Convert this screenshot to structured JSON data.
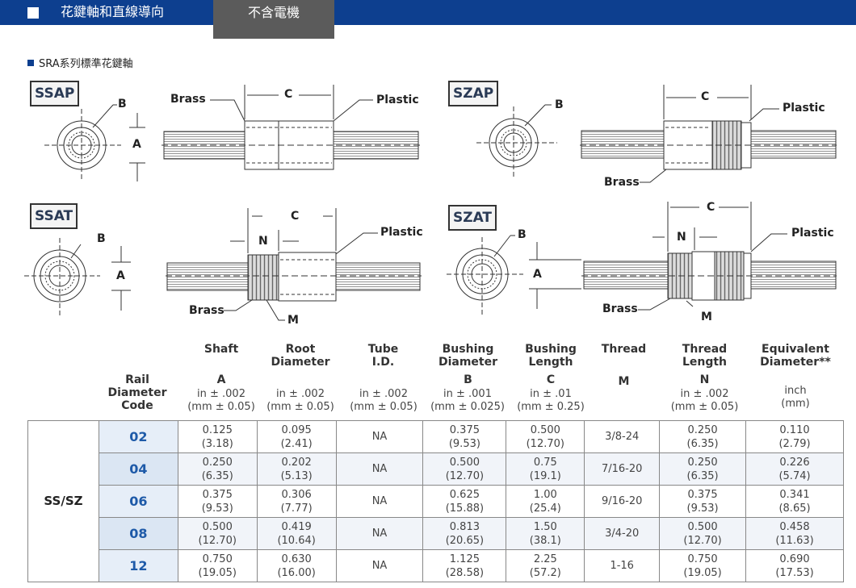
{
  "header": {
    "title": "花鍵軸和直線導向",
    "tab": "不含電機"
  },
  "section": {
    "subtitle": "SRA系列標準花鍵軸"
  },
  "diagrams": {
    "ssap": {
      "badge": "SSAP",
      "b": "B",
      "a": "A",
      "c": "C",
      "brass": "Brass",
      "plastic": "Plastic"
    },
    "szap": {
      "badge": "SZAP",
      "b": "B",
      "c": "C",
      "brass": "Brass",
      "plastic": "Plastic"
    },
    "ssat": {
      "badge": "SSAT",
      "b": "B",
      "a": "A",
      "c": "C",
      "n": "N",
      "m": "M",
      "brass": "Brass",
      "plastic": "Plastic"
    },
    "szat": {
      "badge": "SZAT",
      "b": "B",
      "a": "A",
      "c": "C",
      "n": "N",
      "m": "M",
      "brass": "Brass",
      "plastic": "Plastic"
    }
  },
  "columns": {
    "rail": {
      "line1": "Rail",
      "line2": "Diameter",
      "line3": "Code"
    },
    "shaft": {
      "name": "Shaft",
      "sym": "A",
      "unit1": "in ± .002",
      "unit2": "(mm ± 0.05)"
    },
    "root": {
      "name1": "Root",
      "name2": "Diameter",
      "unit1": "in ± .002",
      "unit2": "(mm ± 0.05)"
    },
    "tube": {
      "name1": "Tube",
      "name2": "I.D.",
      "unit1": "in ± .002",
      "unit2": "(mm ± 0.05)"
    },
    "bushd": {
      "name1": "Bushing",
      "name2": "Diameter",
      "sym": "B",
      "unit1": "in ± .001",
      "unit2": "(mm ± 0.025)"
    },
    "bushl": {
      "name1": "Bushing",
      "name2": "Length",
      "sym": "C",
      "unit1": "in ± .01",
      "unit2": "(mm ± 0.25)"
    },
    "thread": {
      "name": "Thread",
      "sym": "M"
    },
    "threadl": {
      "name1": "Thread",
      "name2": "Length",
      "sym": "N",
      "unit1": "in ± .002",
      "unit2": "(mm ± 0.05)"
    },
    "equiv": {
      "name1": "Equivalent",
      "name2": "Diameter**",
      "unit1": "inch",
      "unit2": "(mm)"
    }
  },
  "table": {
    "group": "SS/SZ",
    "rows": [
      {
        "code": "02",
        "shaft": [
          "0.125",
          "(3.18)"
        ],
        "root": [
          "0.095",
          "(2.41)"
        ],
        "tube": "NA",
        "bushd": [
          "0.375",
          "(9.53)"
        ],
        "bushl": [
          "0.500",
          "(12.70)"
        ],
        "thread": "3/8-24",
        "threadl": [
          "0.250",
          "(6.35)"
        ],
        "equiv": [
          "0.110",
          "(2.79)"
        ]
      },
      {
        "code": "04",
        "shaft": [
          "0.250",
          "(6.35)"
        ],
        "root": [
          "0.202",
          "(5.13)"
        ],
        "tube": "NA",
        "bushd": [
          "0.500",
          "(12.70)"
        ],
        "bushl": [
          "0.75",
          "(19.1)"
        ],
        "thread": "7/16-20",
        "threadl": [
          "0.250",
          "(6.35)"
        ],
        "equiv": [
          "0.226",
          "(5.74)"
        ]
      },
      {
        "code": "06",
        "shaft": [
          "0.375",
          "(9.53)"
        ],
        "root": [
          "0.306",
          "(7.77)"
        ],
        "tube": "NA",
        "bushd": [
          "0.625",
          "(15.88)"
        ],
        "bushl": [
          "1.00",
          "(25.4)"
        ],
        "thread": "9/16-20",
        "threadl": [
          "0.375",
          "(9.53)"
        ],
        "equiv": [
          "0.341",
          "(8.65)"
        ]
      },
      {
        "code": "08",
        "shaft": [
          "0.500",
          "(12.70)"
        ],
        "root": [
          "0.419",
          "(10.64)"
        ],
        "tube": "NA",
        "bushd": [
          "0.813",
          "(20.65)"
        ],
        "bushl": [
          "1.50",
          "(38.1)"
        ],
        "thread": "3/4-20",
        "threadl": [
          "0.500",
          "(12.70)"
        ],
        "equiv": [
          "0.458",
          "(11.63)"
        ]
      },
      {
        "code": "12",
        "shaft": [
          "0.750",
          "(19.05)"
        ],
        "root": [
          "0.630",
          "(16.00)"
        ],
        "tube": "NA",
        "bushd": [
          "1.125",
          "(28.58)"
        ],
        "bushl": [
          "2.25",
          "(57.2)"
        ],
        "thread": "1-16",
        "threadl": [
          "0.750",
          "(19.05)"
        ],
        "equiv": [
          "0.690",
          "(17.53)"
        ]
      }
    ]
  }
}
